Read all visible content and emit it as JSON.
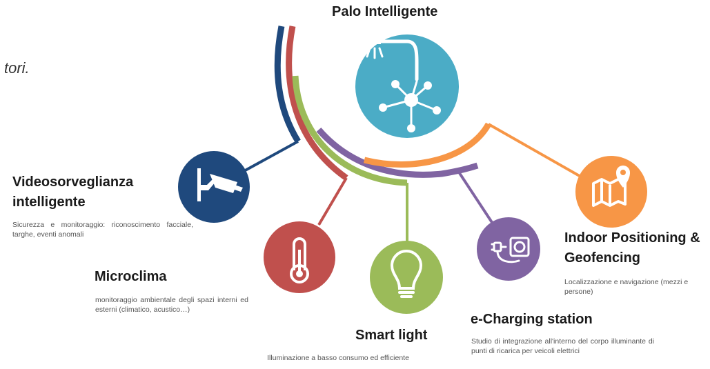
{
  "intro_fragment": "tori.",
  "center": {
    "title": "Palo Intelligente",
    "color": "#4bacc6"
  },
  "arcs": {
    "blue": "#1f497d",
    "red": "#c0504d",
    "green": "#9bbb59",
    "purple": "#8064a2",
    "orange": "#f79646"
  },
  "nodes": [
    {
      "id": "video",
      "title_line1": "Videosorveglianza",
      "title_line2": "intelligente",
      "description": "Sicurezza e monitoraggio: riconoscimento facciale, targhe, eventi anomali",
      "color": "#1f497d",
      "icon": "cctv-camera-icon"
    },
    {
      "id": "micro",
      "title_line1": "Microclima",
      "description": "monitoraggio ambientale degli spazi interni ed esterni (climatico, acustico…)",
      "color": "#c0504d",
      "icon": "thermometer-icon"
    },
    {
      "id": "light",
      "title_line1": "Smart light",
      "description": "Illuminazione a basso consumo ed efficiente",
      "color": "#9bbb59",
      "icon": "lightbulb-icon"
    },
    {
      "id": "charge",
      "title_line1": "e-Charging station",
      "description": "Studio di integrazione all'interno del corpo illuminante di punti di ricarica per veicoli elettrici",
      "color": "#8064a2",
      "icon": "power-socket-icon"
    },
    {
      "id": "indoor",
      "title_line1": "Indoor Positioning &",
      "title_line2": "Geofencing",
      "description": "Localizzazione e navigazione (mezzi e persone)",
      "color": "#f79646",
      "icon": "map-pin-icon"
    }
  ]
}
